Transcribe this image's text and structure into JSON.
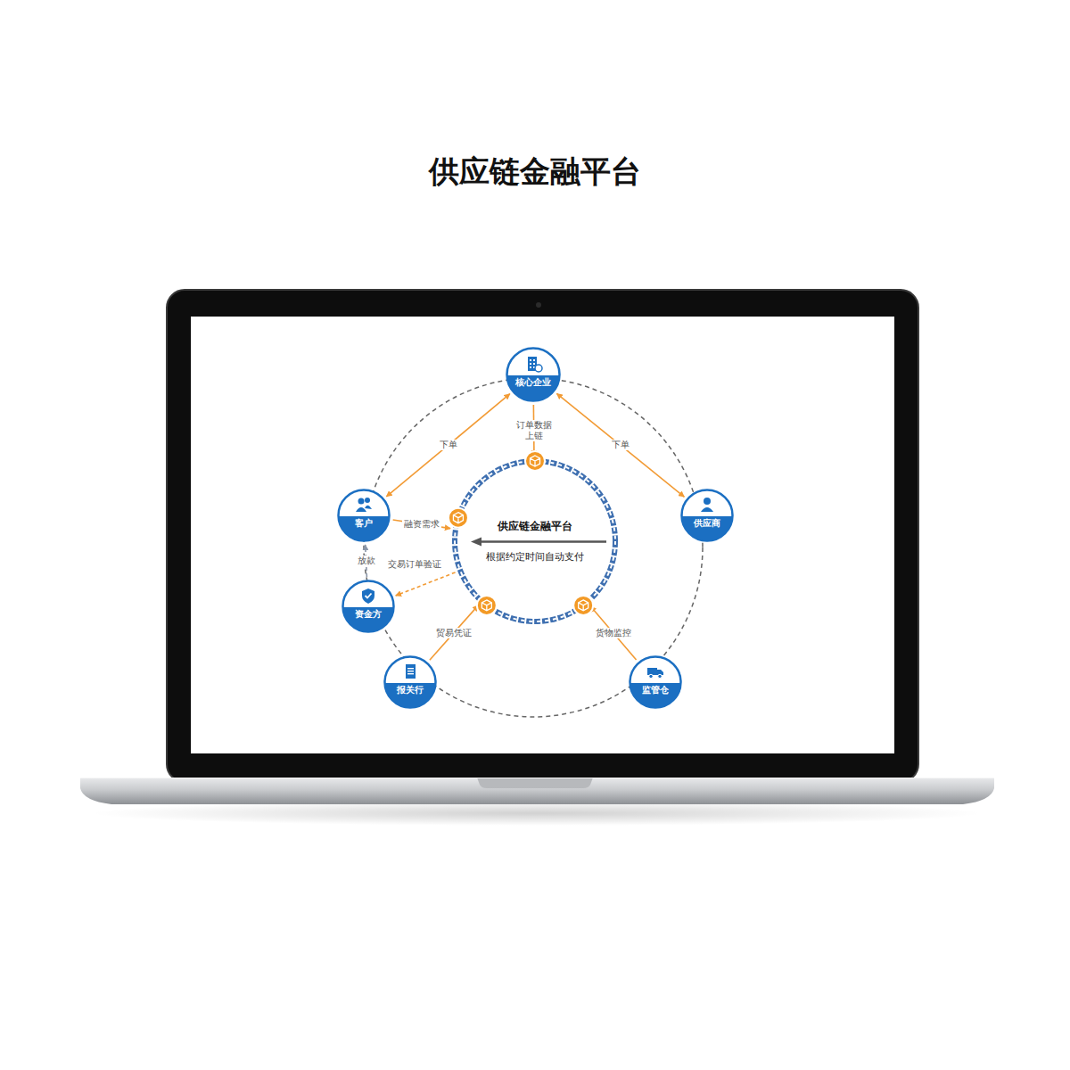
{
  "diagram": {
    "title": "供应链金融平台",
    "nodes": [
      {
        "text": [
          "核心企业"
        ]
      },
      {
        "text": [
          "客户"
        ]
      },
      {
        "text": [
          "供应链金融平台",
          "根据约定时间自动支付"
        ]
      },
      {
        "text": [
          "供应商"
        ]
      },
      {
        "text": [
          "资金方"
        ]
      },
      {
        "text": [
          "报关行"
        ]
      },
      {
        "text": [
          "监管仓"
        ]
      }
    ],
    "edges": [
      {
        "from": 0,
        "to": 1,
        "label": "下单",
        "arrow": "both"
      },
      {
        "from": 0,
        "to": 3,
        "label": "下单",
        "arrow": "both"
      },
      {
        "from": 0,
        "to": 2,
        "label": "订单数据 上链",
        "arrow": "to"
      },
      {
        "from": 1,
        "to": 2,
        "label": "融资需求",
        "arrow": "to"
      },
      {
        "from": 4,
        "to": 1,
        "label": "放款",
        "arrow": "to"
      },
      {
        "from": 2,
        "to": 4,
        "label": "交易订单验证",
        "arrow": "to"
      },
      {
        "from": 5,
        "to": 2,
        "label": "贸易凭证",
        "arrow": "to"
      },
      {
        "from": 6,
        "to": 2,
        "label": "货物监控",
        "arrow": "to"
      }
    ]
  }
}
